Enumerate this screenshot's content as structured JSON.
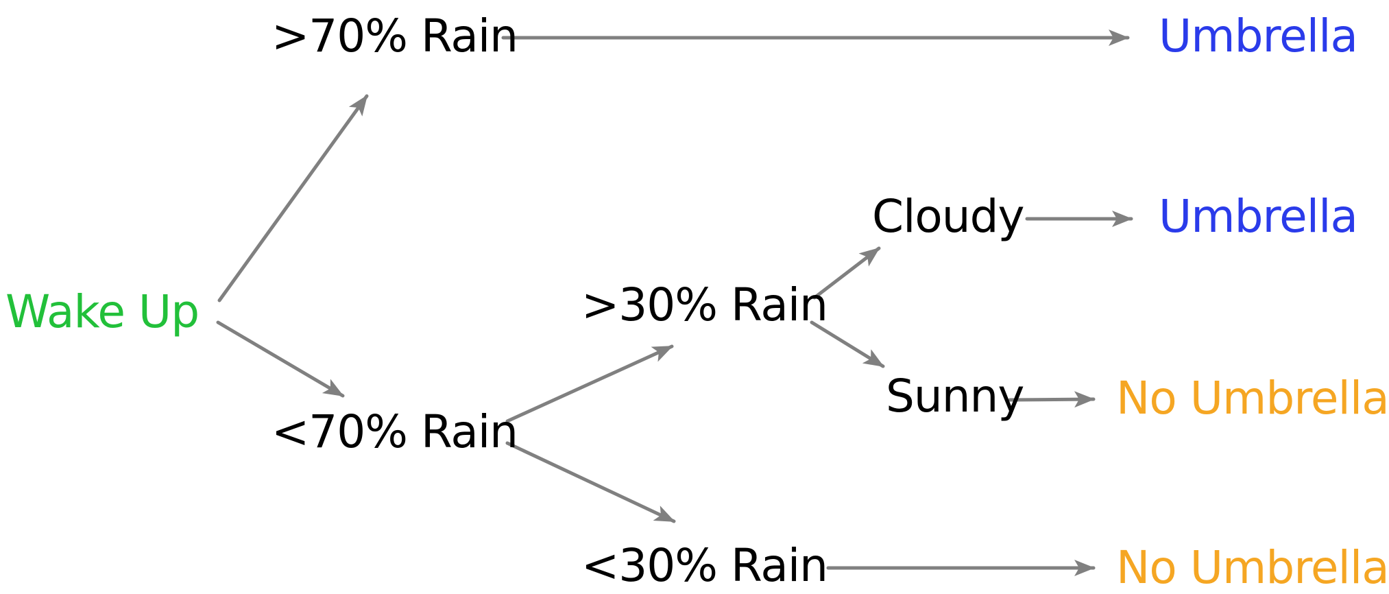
{
  "nodes": {
    "wake_up": "Wake Up",
    "rain_over_70": ">70% Rain",
    "rain_under_70": "<70% Rain",
    "rain_over_30": ">30% Rain",
    "rain_under_30": "<30% Rain",
    "cloudy": "Cloudy",
    "sunny": "Sunny",
    "outcome_1": "Umbrella",
    "outcome_2": "Umbrella",
    "outcome_3": "No Umbrella",
    "outcome_4": "No Umbrella"
  },
  "colors": {
    "start": "#22c03a",
    "decision": "#000000",
    "umbrella": "#2a3bea",
    "no_umbrella": "#f5a623",
    "edge": "#808080"
  },
  "edges": [
    {
      "from": "wake_up",
      "to": "rain_over_70"
    },
    {
      "from": "wake_up",
      "to": "rain_under_70"
    },
    {
      "from": "rain_over_70",
      "to": "outcome_1"
    },
    {
      "from": "rain_under_70",
      "to": "rain_over_30"
    },
    {
      "from": "rain_under_70",
      "to": "rain_under_30"
    },
    {
      "from": "rain_over_30",
      "to": "cloudy"
    },
    {
      "from": "rain_over_30",
      "to": "sunny"
    },
    {
      "from": "cloudy",
      "to": "outcome_2"
    },
    {
      "from": "sunny",
      "to": "outcome_3"
    },
    {
      "from": "rain_under_30",
      "to": "outcome_4"
    }
  ]
}
